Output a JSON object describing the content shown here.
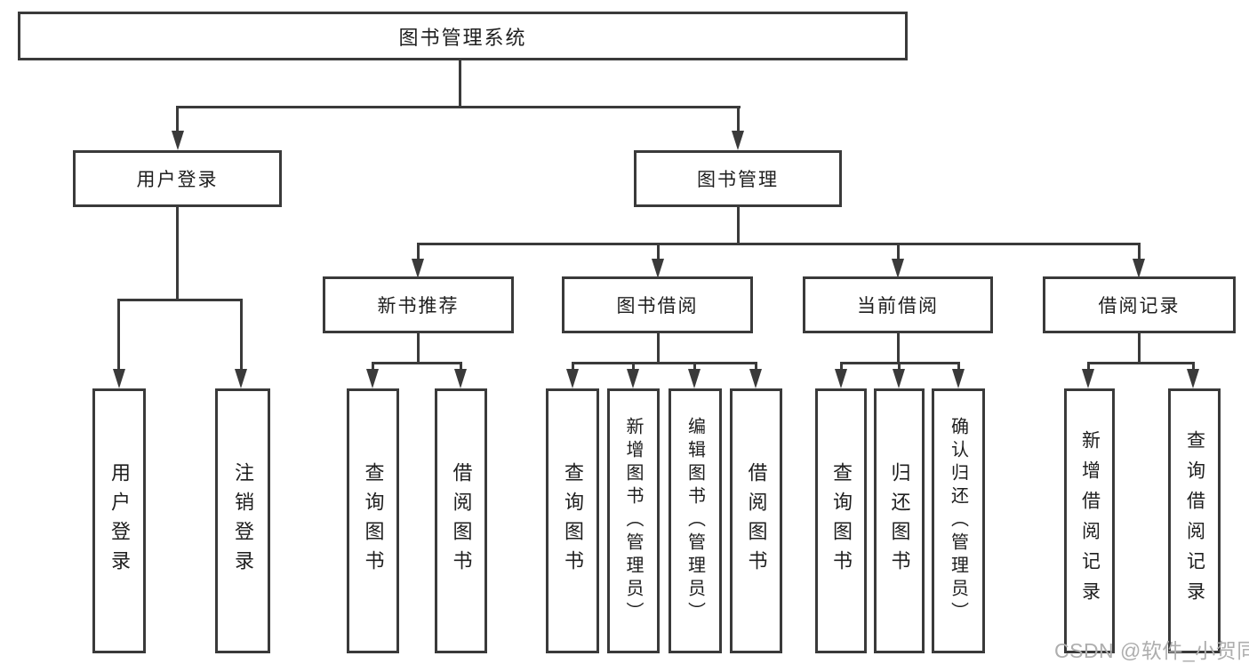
{
  "tree": {
    "label": "图书管理系统",
    "children": [
      {
        "label": "用户登录",
        "children": [
          {
            "label": "用户登录"
          },
          {
            "label": "注销登录"
          }
        ]
      },
      {
        "label": "图书管理",
        "children": [
          {
            "label": "新书推荐",
            "children": [
              {
                "label": "查询图书"
              },
              {
                "label": "借阅图书"
              }
            ]
          },
          {
            "label": "图书借阅",
            "children": [
              {
                "label": "查询图书"
              },
              {
                "label": "新增图书（管理员）"
              },
              {
                "label": "编辑图书（管理员）"
              },
              {
                "label": "借阅图书"
              }
            ]
          },
          {
            "label": "当前借阅",
            "children": [
              {
                "label": "查询图书"
              },
              {
                "label": "归还图书"
              },
              {
                "label": "确认归还（管理员）"
              }
            ]
          },
          {
            "label": "借阅记录",
            "children": [
              {
                "label": "新增借阅记录"
              },
              {
                "label": "查询借阅记录"
              }
            ]
          }
        ]
      }
    ]
  },
  "watermark": {
    "text": "CSDN @软件_小贺同学"
  },
  "colors": {
    "line": "#3a3a3a",
    "text": "#1e1e1e",
    "background": "#ffffff",
    "watermark": "#aeaeae"
  }
}
